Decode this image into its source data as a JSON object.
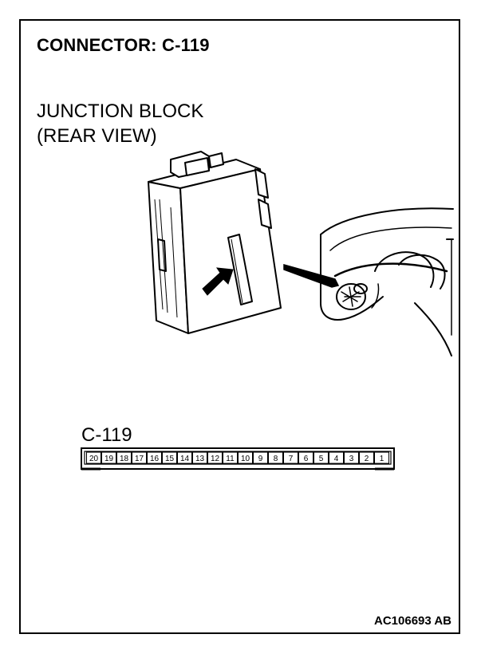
{
  "header": {
    "title": "CONNECTOR: C-119"
  },
  "illustration": {
    "line1": "JUNCTION BLOCK",
    "line2": "(REAR VIEW)"
  },
  "connector": {
    "label": "C-119",
    "pins": [
      "20",
      "19",
      "18",
      "17",
      "16",
      "15",
      "14",
      "13",
      "12",
      "11",
      "10",
      "9",
      "8",
      "7",
      "6",
      "5",
      "4",
      "3",
      "2",
      "1"
    ]
  },
  "footer": {
    "code": "AC106693 AB"
  }
}
